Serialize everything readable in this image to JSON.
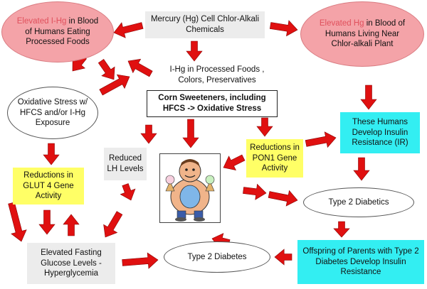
{
  "nodes": {
    "elevated_ihg_blood": {
      "highlight": "Elevated I-Hg",
      "rest": " in Blood of Humans Eating Processed Foods"
    },
    "mercury_cell": {
      "text": "Mercury (Hg) Cell Chlor-Alkali Chemicals"
    },
    "elevated_hg_near_plant": {
      "highlight": "Elevated Hg",
      "rest": " in Blood of Humans Living Near Chlor-alkali Plant"
    },
    "ihg_processed_foods": {
      "text": "I-Hg in Processed Foods , Colors, Preservatives"
    },
    "corn_sweeteners": {
      "text": "Corn Sweeteners, including HFCS -> Oxidative Stress"
    },
    "oxidative_stress": {
      "text": "Oxidative Stress w/ HFCS and/or I-Hg Exposure"
    },
    "reduced_lh": {
      "text": "Reduced LH Levels"
    },
    "reductions_pon1": {
      "text": "Reductions in PON1 Gene Activity"
    },
    "insulin_resistance": {
      "text": "These Humans Develop Insulin Resistance (IR)"
    },
    "reductions_glut4": {
      "text": "Reductions in GLUT 4 Gene Activity"
    },
    "type2_diabetics": {
      "text": "Type 2 Diabetics"
    },
    "elevated_fasting_glucose": {
      "text": "Elevated Fasting Glucose Levels - Hyperglycemia"
    },
    "type2_diabetes": {
      "text": "Type 2 Diabetes"
    },
    "offspring": {
      "text": "Offspring of Parents with Type 2 Diabetes Develop Insulin Resistance"
    }
  },
  "colors": {
    "arrow": "#e01010",
    "pink_ellipse": "#f4a3a8",
    "highlight_text": "#e0505c",
    "yellow_box": "#ffff66",
    "cyan_box": "#33eef2",
    "gray_box": "#ececec"
  }
}
